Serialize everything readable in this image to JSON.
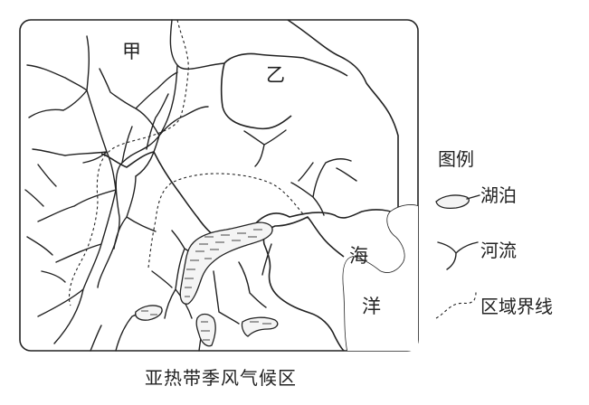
{
  "map": {
    "region_labels": {
      "jia": "甲",
      "yi": "乙",
      "sea_1": "海",
      "sea_2": "洋"
    },
    "caption": "亚热带季风气候区"
  },
  "legend": {
    "title": "图例",
    "items": [
      {
        "icon": "lake-icon",
        "label": "湖泊"
      },
      {
        "icon": "river-icon",
        "label": "河流"
      },
      {
        "icon": "boundary-icon",
        "label": "区域界线"
      }
    ]
  }
}
